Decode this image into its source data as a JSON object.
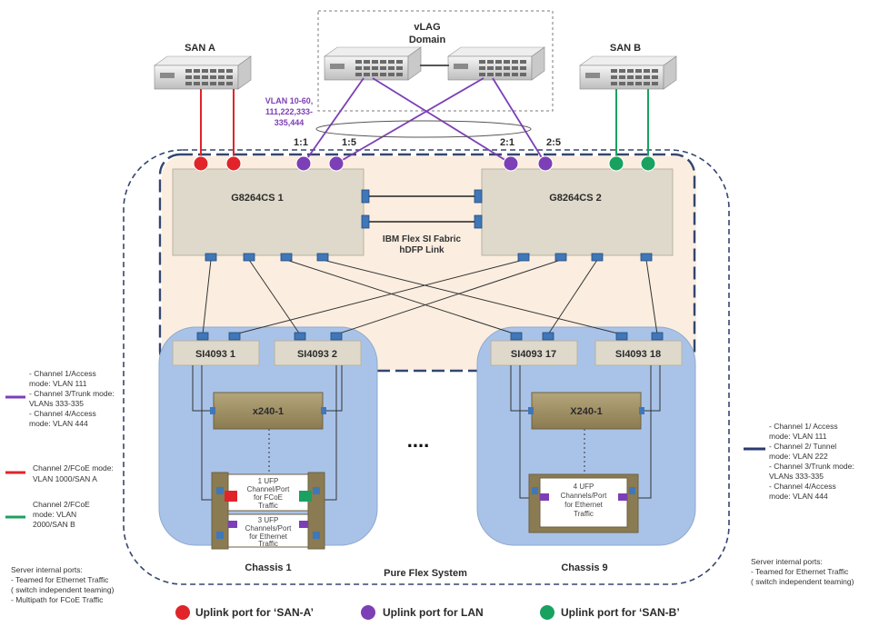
{
  "san_a": {
    "label": "SAN A"
  },
  "san_b": {
    "label": "SAN B"
  },
  "vlag": {
    "title_line1": "vLAG",
    "title_line2": "Domain"
  },
  "vlan_label": {
    "line1": "VLAN  10-60,",
    "line2": "111,222,333-",
    "line3": "335,444"
  },
  "port_labels": [
    "1:1",
    "1:5",
    "2:1",
    "2:5"
  ],
  "switches": [
    {
      "name": "G8264CS 1"
    },
    {
      "name": "G8264CS 2"
    }
  ],
  "fabric_link": {
    "line1": "IBM Flex SI Fabric",
    "line2": "hDFP Link"
  },
  "modules": [
    "SI4093 1",
    "SI4093 2",
    "SI4093 17",
    "SI4093 18"
  ],
  "servers": [
    "x240-1",
    "X240-1"
  ],
  "chassis": [
    "Chassis 1",
    "Chassis 9"
  ],
  "ellipsis": "....",
  "system_label": "Pure Flex System",
  "chassis1_ports": {
    "top": [
      "1 UFP",
      "Channel/Port",
      "for FCoE",
      "Traffic"
    ],
    "bottom": [
      "3 UFP",
      "Channels/Port",
      "for Ethernet",
      "Traffic"
    ]
  },
  "chassis9_ports": [
    "4 UFP",
    "Channels/Port",
    "for Ethernet",
    "Traffic"
  ],
  "left_notes": {
    "purple_lines": [
      "- Channel 1/Access",
      "  mode: VLAN 111",
      "- Channel 3/Trunk mode:",
      "  VLANs 333-335",
      "- Channel 4/Access",
      "  mode: VLAN 444"
    ],
    "red_lines": [
      "Channel 2/FCoE mode:",
      "VLAN 1000/SAN A"
    ],
    "green_lines": [
      "Channel 2/FCoE",
      "mode: VLAN",
      "2000/SAN B"
    ],
    "server_lines": [
      "Server internal ports:",
      "  - Teamed for Ethernet Traffic",
      "   ( switch independent teaming)",
      "  - Multipath for FCoE Traffic"
    ]
  },
  "right_notes": {
    "navy_lines": [
      "- Channel 1/ Access",
      "  mode: VLAN 111",
      "- Channel 2/ Tunnel",
      "  mode: VLAN 222",
      "- Channel 3/Trunk mode:",
      "  VLANs 333-335",
      "- Channel 4/Access",
      "  mode: VLAN 444"
    ],
    "server_lines": [
      "Server internal ports:",
      "  - Teamed for Ethernet Traffic",
      "   ( switch independent teaming)"
    ]
  },
  "legend": [
    {
      "label": "Uplink port for ‘SAN-A’",
      "color": "#e0242a"
    },
    {
      "label": "Uplink port for LAN",
      "color": "#7c3fb6"
    },
    {
      "label": "Uplink port for ‘SAN-B’",
      "color": "#19a160"
    }
  ],
  "colors": {
    "san_a": "#e0242a",
    "lan": "#7c3fb6",
    "san_b": "#19a160",
    "frame_dash": "#3a4d7a",
    "chassis_fill": "#a9c3e8",
    "switch_fill": "#ded9cb",
    "peach": "#fbeee0"
  }
}
